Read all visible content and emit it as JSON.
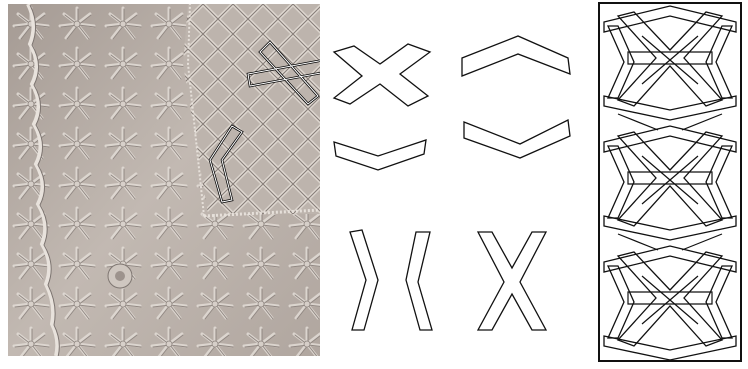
{
  "figure": {
    "photo": {
      "description_icon": "carved-stone-lattice-photo"
    },
    "motifs": [
      {
        "name": "x-motif"
      },
      {
        "name": "upper-chevron-motif"
      },
      {
        "name": "lower-chevron-motif"
      },
      {
        "name": "lower-chevron-motif"
      },
      {
        "name": "right-angle-bracket-motif"
      },
      {
        "name": "left-angle-bracket-motif"
      },
      {
        "name": "x-motif"
      }
    ],
    "pattern_panel": {
      "repeat_count": 3
    },
    "captions": {
      "left": "",
      "right": ""
    }
  },
  "colors": {
    "stone_base": "#b7ada6",
    "stone_light": "#d9d2cb",
    "stone_shadow": "#8a817c",
    "line": "#111111"
  }
}
